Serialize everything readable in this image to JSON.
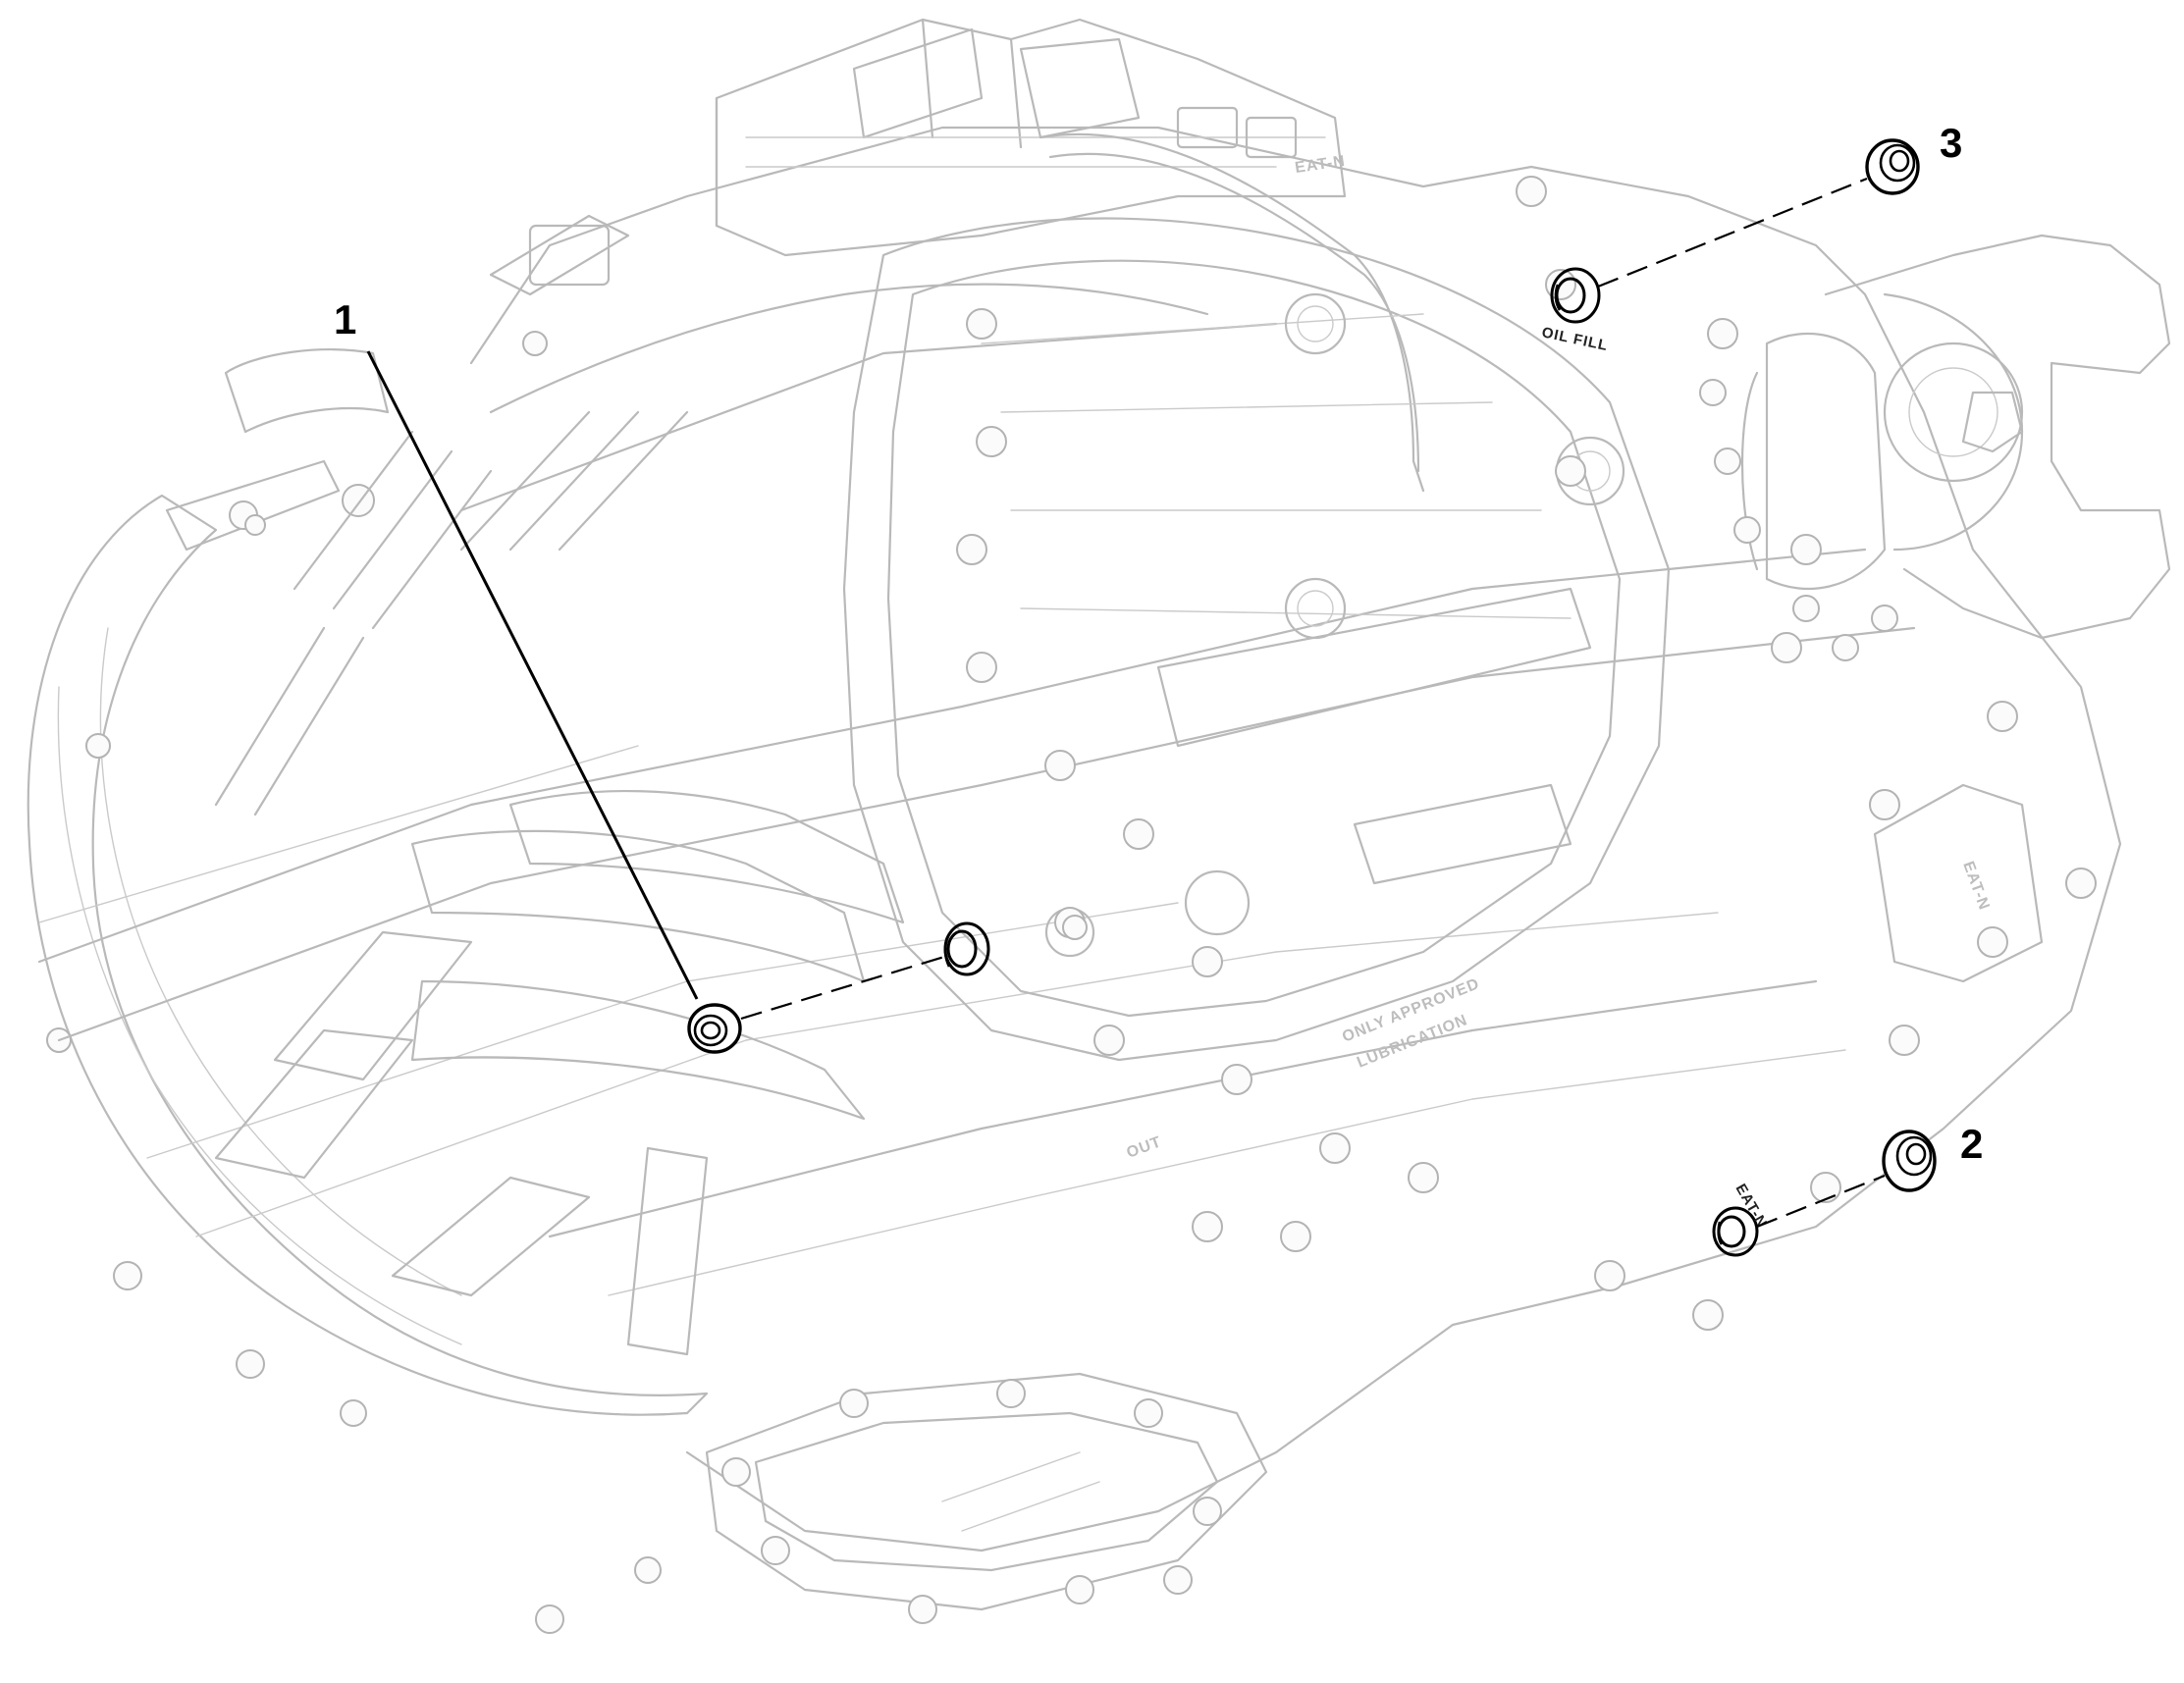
{
  "callouts": [
    {
      "number": "1",
      "part": "drain-plug"
    },
    {
      "number": "2",
      "part": "plug"
    },
    {
      "number": "3",
      "part": "fill-plug"
    }
  ],
  "engravings": {
    "oil_fill": "OIL FILL",
    "only_approved": "ONLY APPROVED",
    "lubrication": "LUBRICATION",
    "out": "OUT",
    "eaton": "EAT-N"
  },
  "colors": {
    "housing_line": "#b9b9b9",
    "highlight": "#000000",
    "background": "#ffffff"
  }
}
